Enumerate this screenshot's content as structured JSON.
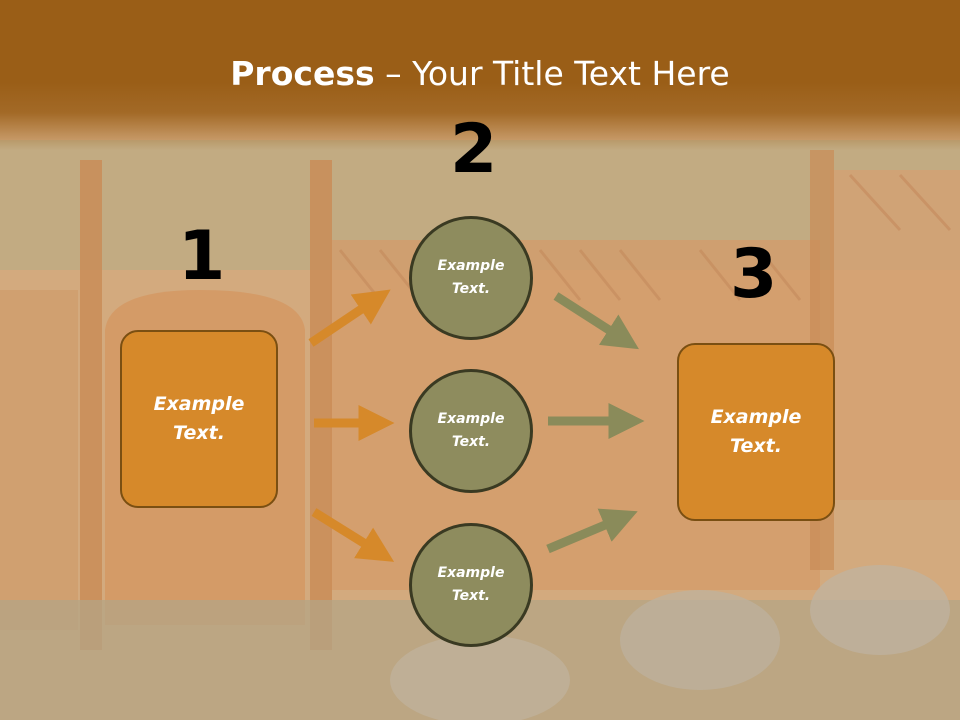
{
  "title": {
    "bold": "Process",
    "rest": " – Your Title Text Here"
  },
  "steps": [
    {
      "number": "1",
      "text": "Example\nText."
    },
    {
      "number": "2",
      "circles": [
        "Example\nText.",
        "Example\nText.",
        "Example\nText."
      ]
    },
    {
      "number": "3",
      "text": "Example\nText."
    }
  ],
  "colors": {
    "title_bar": "#9a5e17",
    "box_fill": "#d6892a",
    "circle_fill": "#8e8c5e",
    "arrow_left": "#d6892a",
    "arrow_right": "#8a8b5a"
  }
}
